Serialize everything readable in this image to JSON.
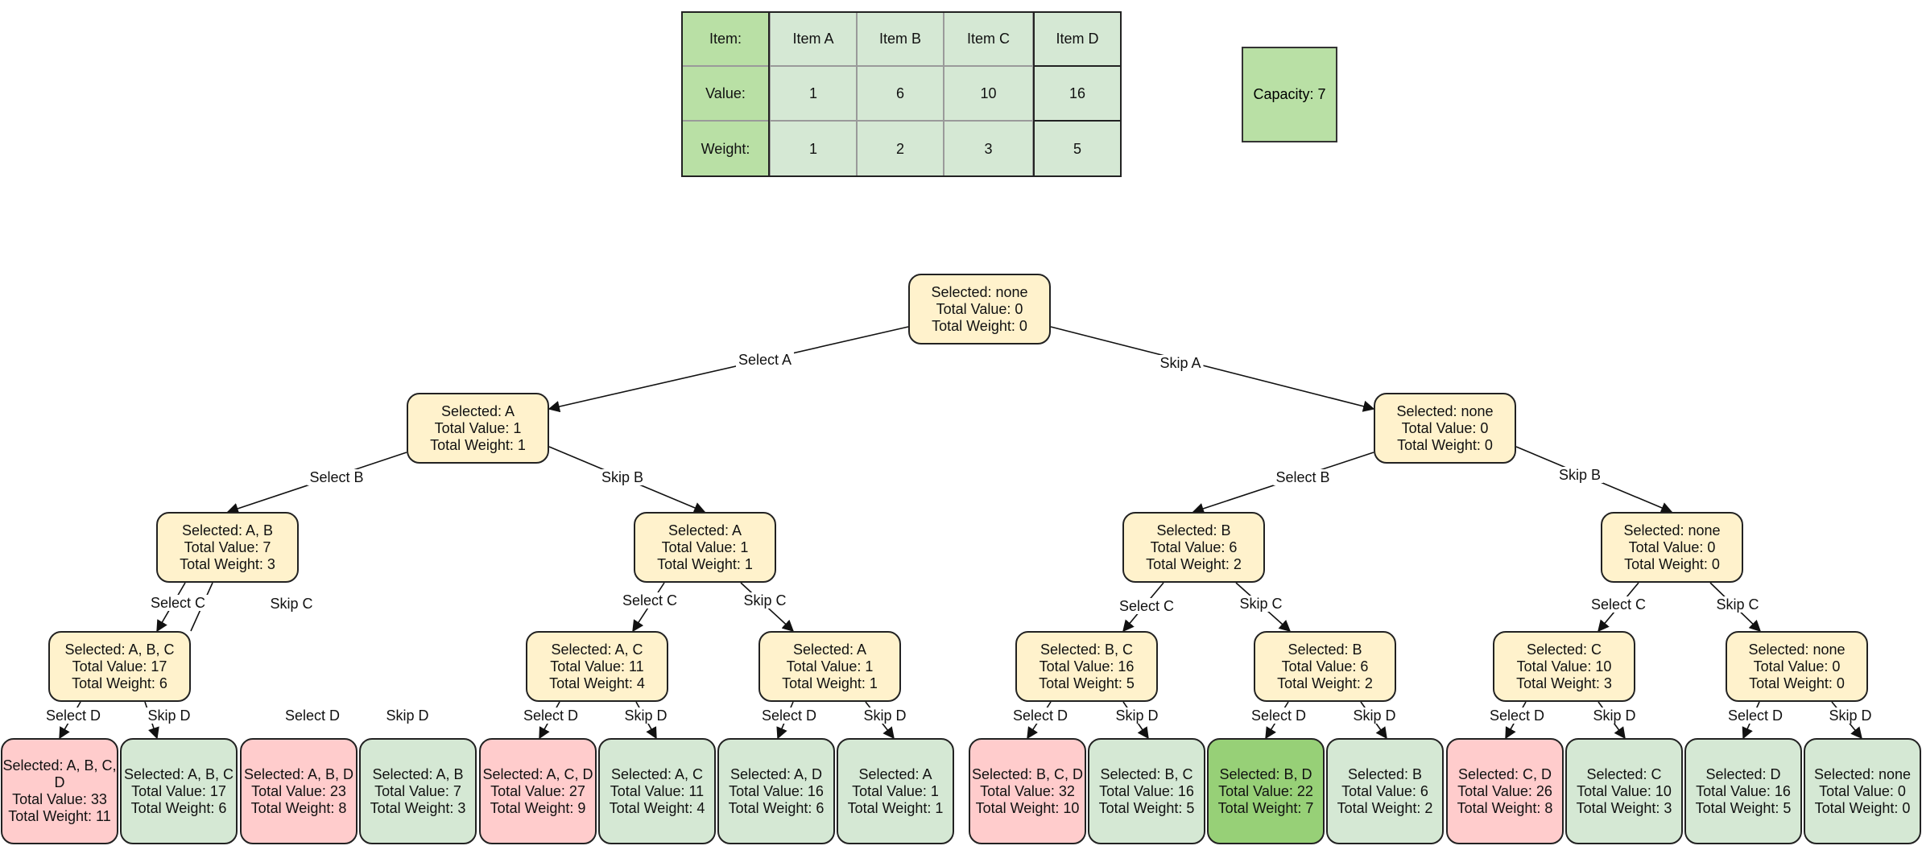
{
  "item_table": {
    "rows": [
      {
        "header": "Item:",
        "cells": [
          "Item A",
          "Item B",
          "Item C",
          "Item D"
        ]
      },
      {
        "header": "Value:",
        "cells": [
          "1",
          "6",
          "10",
          "16"
        ]
      },
      {
        "header": "Weight:",
        "cells": [
          "1",
          "2",
          "3",
          "5"
        ]
      }
    ]
  },
  "capacity_label": "Capacity: 7",
  "colors": {
    "internal_node": "#fff2cc",
    "over_capacity_leaf": "#ffcccc",
    "feasible_leaf": "#d5e8d4",
    "optimal_leaf": "#97d077",
    "table_header": "#b9e0a5",
    "table_cell": "#d5e8d4"
  },
  "tree": {
    "nodes": [
      {
        "id": "root",
        "lines": [
          "Selected: none",
          "Total Value: 0",
          "Total Weight: 0"
        ],
        "status": "internal"
      },
      {
        "id": "A",
        "lines": [
          "Selected: A",
          "Total Value: 1",
          "Total Weight: 1"
        ],
        "status": "internal"
      },
      {
        "id": "nA",
        "lines": [
          "Selected: none",
          "Total Value: 0",
          "Total Weight: 0"
        ],
        "status": "internal"
      },
      {
        "id": "AB",
        "lines": [
          "Selected: A, B",
          "Total Value: 7",
          "Total Weight: 3"
        ],
        "status": "internal"
      },
      {
        "id": "A_B",
        "lines": [
          "Selected: A",
          "Total Value: 1",
          "Total Weight: 1"
        ],
        "status": "internal"
      },
      {
        "id": "B",
        "lines": [
          "Selected: B",
          "Total Value: 6",
          "Total Weight: 2"
        ],
        "status": "internal"
      },
      {
        "id": "none2",
        "lines": [
          "Selected: none",
          "Total Value: 0",
          "Total Weight: 0"
        ],
        "status": "internal"
      },
      {
        "id": "ABC",
        "lines": [
          "Selected: A, B, C",
          "Total Value: 17",
          "Total Weight: 6"
        ],
        "status": "internal"
      },
      {
        "id": "AC",
        "lines": [
          "Selected: A, C",
          "Total Value: 11",
          "Total Weight: 4"
        ],
        "status": "internal"
      },
      {
        "id": "A3",
        "lines": [
          "Selected: A",
          "Total Value: 1",
          "Total Weight: 1"
        ],
        "status": "internal"
      },
      {
        "id": "BC",
        "lines": [
          "Selected: B, C",
          "Total Value: 16",
          "Total Weight: 5"
        ],
        "status": "internal"
      },
      {
        "id": "B3",
        "lines": [
          "Selected: B",
          "Total Value: 6",
          "Total Weight: 2"
        ],
        "status": "internal"
      },
      {
        "id": "C",
        "lines": [
          "Selected: C",
          "Total Value: 10",
          "Total Weight: 3"
        ],
        "status": "internal"
      },
      {
        "id": "none3",
        "lines": [
          "Selected: none",
          "Total Value: 0",
          "Total Weight: 0"
        ],
        "status": "internal"
      },
      {
        "id": "L1",
        "lines": [
          "Selected: A, B, C,",
          "D",
          "Total Value: 33",
          "Total Weight: 11"
        ],
        "status": "over"
      },
      {
        "id": "L2",
        "lines": [
          "Selected: A, B, C",
          "Total Value: 17",
          "Total Weight: 6"
        ],
        "status": "feasible"
      },
      {
        "id": "L3",
        "lines": [
          "Selected: A, B, D",
          "Total Value: 23",
          "Total Weight: 8"
        ],
        "status": "over"
      },
      {
        "id": "L4",
        "lines": [
          "Selected: A, B",
          "Total Value: 7",
          "Total Weight: 3"
        ],
        "status": "feasible"
      },
      {
        "id": "L5",
        "lines": [
          "Selected: A, C, D",
          "Total Value: 27",
          "Total Weight: 9"
        ],
        "status": "over"
      },
      {
        "id": "L6",
        "lines": [
          "Selected: A, C",
          "Total Value: 11",
          "Total Weight: 4"
        ],
        "status": "feasible"
      },
      {
        "id": "L7",
        "lines": [
          "Selected: A, D",
          "Total Value: 16",
          "Total Weight: 6"
        ],
        "status": "feasible"
      },
      {
        "id": "L8",
        "lines": [
          "Selected: A",
          "Total Value: 1",
          "Total Weight: 1"
        ],
        "status": "feasible"
      },
      {
        "id": "L9",
        "lines": [
          "Selected: B, C, D",
          "Total Value: 32",
          "Total Weight: 10"
        ],
        "status": "over"
      },
      {
        "id": "L10",
        "lines": [
          "Selected: B, C",
          "Total Value: 16",
          "Total Weight: 5"
        ],
        "status": "feasible"
      },
      {
        "id": "L11",
        "lines": [
          "Selected: B, D",
          "Total Value: 22",
          "Total Weight: 7"
        ],
        "status": "optimal"
      },
      {
        "id": "L12",
        "lines": [
          "Selected: B",
          "Total Value: 6",
          "Total Weight: 2"
        ],
        "status": "feasible"
      },
      {
        "id": "L13",
        "lines": [
          "Selected: C, D",
          "Total Value: 26",
          "Total Weight: 8"
        ],
        "status": "over"
      },
      {
        "id": "L14",
        "lines": [
          "Selected: C",
          "Total Value: 10",
          "Total Weight: 3"
        ],
        "status": "feasible"
      },
      {
        "id": "L15",
        "lines": [
          "Selected: D",
          "Total Value: 16",
          "Total Weight: 5"
        ],
        "status": "feasible"
      },
      {
        "id": "L16",
        "lines": [
          "Selected: none",
          "Total Value: 0",
          "Total Weight: 0"
        ],
        "status": "feasible"
      }
    ],
    "edges": [
      {
        "from": "root",
        "to": "A",
        "label": "Select A"
      },
      {
        "from": "root",
        "to": "nA",
        "label": "Skip A"
      },
      {
        "from": "A",
        "to": "AB",
        "label": "Select B"
      },
      {
        "from": "A",
        "to": "A_B",
        "label": "Skip B"
      },
      {
        "from": "nA",
        "to": "B",
        "label": "Select B"
      },
      {
        "from": "nA",
        "to": "none2",
        "label": "Skip B"
      },
      {
        "from": "AB",
        "to": "ABC",
        "label": "Select C"
      },
      {
        "from": "AB",
        "to": "ABC",
        "label": "Skip C"
      },
      {
        "from": "A_B",
        "to": "AC",
        "label": "Select C"
      },
      {
        "from": "A_B",
        "to": "A3",
        "label": "Skip C"
      },
      {
        "from": "B",
        "to": "BC",
        "label": "Select C"
      },
      {
        "from": "B",
        "to": "B3",
        "label": "Skip C"
      },
      {
        "from": "none2",
        "to": "C",
        "label": "Select C"
      },
      {
        "from": "none2",
        "to": "none3",
        "label": "Skip C"
      },
      {
        "from": "ABC",
        "to": "L1",
        "label": "Select D"
      },
      {
        "from": "ABC",
        "to": "L2",
        "label": "Skip D"
      },
      {
        "from": null,
        "to": "L3",
        "label": "Select D"
      },
      {
        "from": null,
        "to": "L4",
        "label": "Skip D"
      },
      {
        "from": "AC",
        "to": "L5",
        "label": "Select D"
      },
      {
        "from": "AC",
        "to": "L6",
        "label": "Skip D"
      },
      {
        "from": "A3",
        "to": "L7",
        "label": "Select D"
      },
      {
        "from": "A3",
        "to": "L8",
        "label": "Skip D"
      },
      {
        "from": "BC",
        "to": "L9",
        "label": "Select D"
      },
      {
        "from": "BC",
        "to": "L10",
        "label": "Skip D"
      },
      {
        "from": "B3",
        "to": "L11",
        "label": "Select D"
      },
      {
        "from": "B3",
        "to": "L12",
        "label": "Skip D"
      },
      {
        "from": "C",
        "to": "L13",
        "label": "Select D"
      },
      {
        "from": "C",
        "to": "L14",
        "label": "Skip D"
      },
      {
        "from": "none3",
        "to": "L15",
        "label": "Select D"
      },
      {
        "from": "none3",
        "to": "L16",
        "label": "Skip D"
      }
    ]
  }
}
